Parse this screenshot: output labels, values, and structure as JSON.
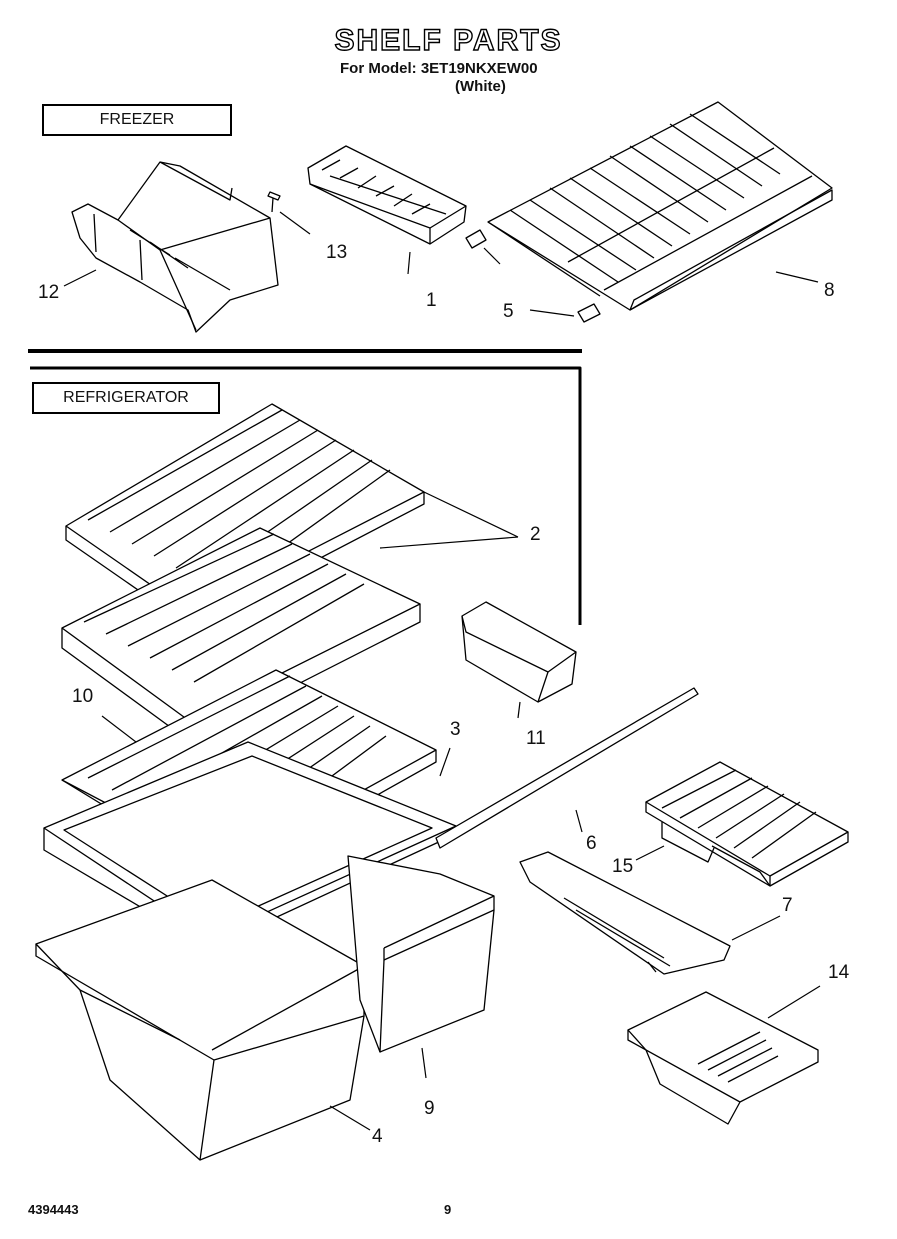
{
  "header": {
    "title": "SHELF PARTS",
    "model_line": "For Model: 3ET19NKXEW00",
    "color_line": "(White)"
  },
  "sections": {
    "freezer_label": "FREEZER",
    "refrigerator_label": "REFRIGERATOR"
  },
  "callouts": [
    "1",
    "2",
    "3",
    "4",
    "5",
    "6",
    "7",
    "8",
    "9",
    "10",
    "11",
    "12",
    "13",
    "14",
    "15"
  ],
  "footer": {
    "part_number": "4394443",
    "page_number": "9"
  }
}
